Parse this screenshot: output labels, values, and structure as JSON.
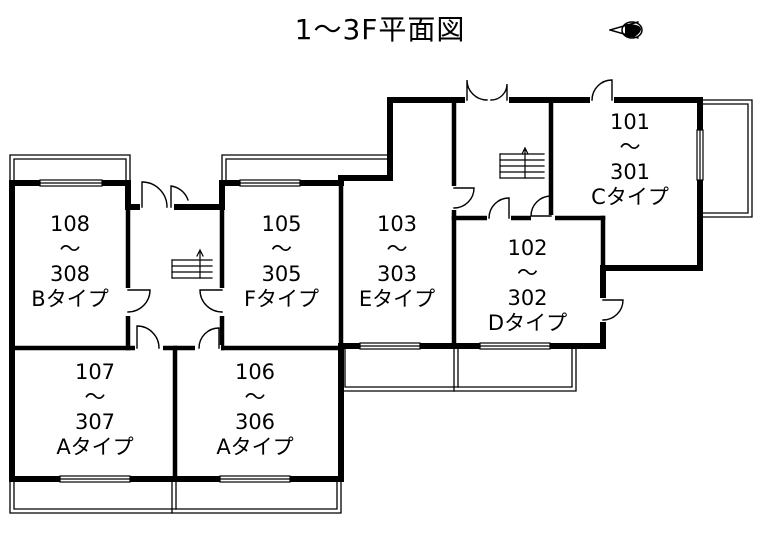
{
  "title": "1〜3F平面図",
  "compass": "north-arrow-icon",
  "wave": "〜",
  "units": [
    {
      "id": "u101",
      "top": "101",
      "bottom": "301",
      "type": "Cタイプ"
    },
    {
      "id": "u102",
      "top": "102",
      "bottom": "302",
      "type": "Dタイプ"
    },
    {
      "id": "u103",
      "top": "103",
      "bottom": "303",
      "type": "Eタイプ"
    },
    {
      "id": "u105",
      "top": "105",
      "bottom": "305",
      "type": "Fタイプ"
    },
    {
      "id": "u106",
      "top": "106",
      "bottom": "306",
      "type": "Aタイプ"
    },
    {
      "id": "u107",
      "top": "107",
      "bottom": "307",
      "type": "Aタイプ"
    },
    {
      "id": "u108",
      "top": "108",
      "bottom": "308",
      "type": "Bタイプ"
    }
  ]
}
